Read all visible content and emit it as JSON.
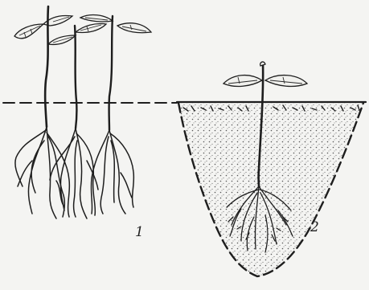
{
  "figure": {
    "labels": [
      {
        "id": "label-1",
        "text": "1"
      },
      {
        "id": "label-2",
        "text": "2"
      }
    ]
  }
}
